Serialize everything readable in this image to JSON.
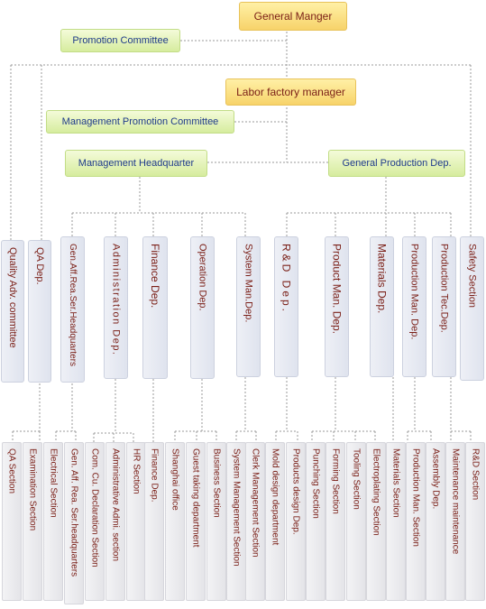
{
  "top": {
    "general_manager": "General Manger",
    "labor_factory_manager": "Labor factory manager"
  },
  "committees": {
    "promotion": "Promotion Committee",
    "management_promotion": "Management Promotion Committee"
  },
  "headquarters": {
    "management": "Management Headquarter",
    "general_production": "General Production Dep."
  },
  "departments": [
    "Quality Adv. committee",
    "QA Dep.",
    "Gen.Aff.Rea.Ser.Headquarters",
    "Administration Dep.",
    "Finance Dep.",
    "Operation Dep.",
    "System Man.Dep.",
    "R&D Dep.",
    "Product Man. Dep.",
    "Materials Dep.",
    "Production Man. Dep.",
    "Production Tec.Dep.",
    "Safety Section"
  ],
  "sections": [
    "QA Section",
    "Examination Section",
    "Electrical Section",
    "Gen. Aff. Rea. Ser.headquarters",
    "Com. Cu. Declaration Section",
    "Administrative Admi. section",
    "HR Section",
    "Finance Dep.",
    "Shanghai office",
    "Guest taking department",
    "Business Section",
    "System Management Section",
    "Clerk Management Section",
    "Mold design department",
    "Products design Dep.",
    "Punching Section",
    "Forming Section",
    "Tooling Section",
    "Electroplating Section",
    "Materials Section",
    "Production Man. Section",
    "Assembly Dep.",
    "Maintenance maintenance",
    "R&D Section"
  ]
}
